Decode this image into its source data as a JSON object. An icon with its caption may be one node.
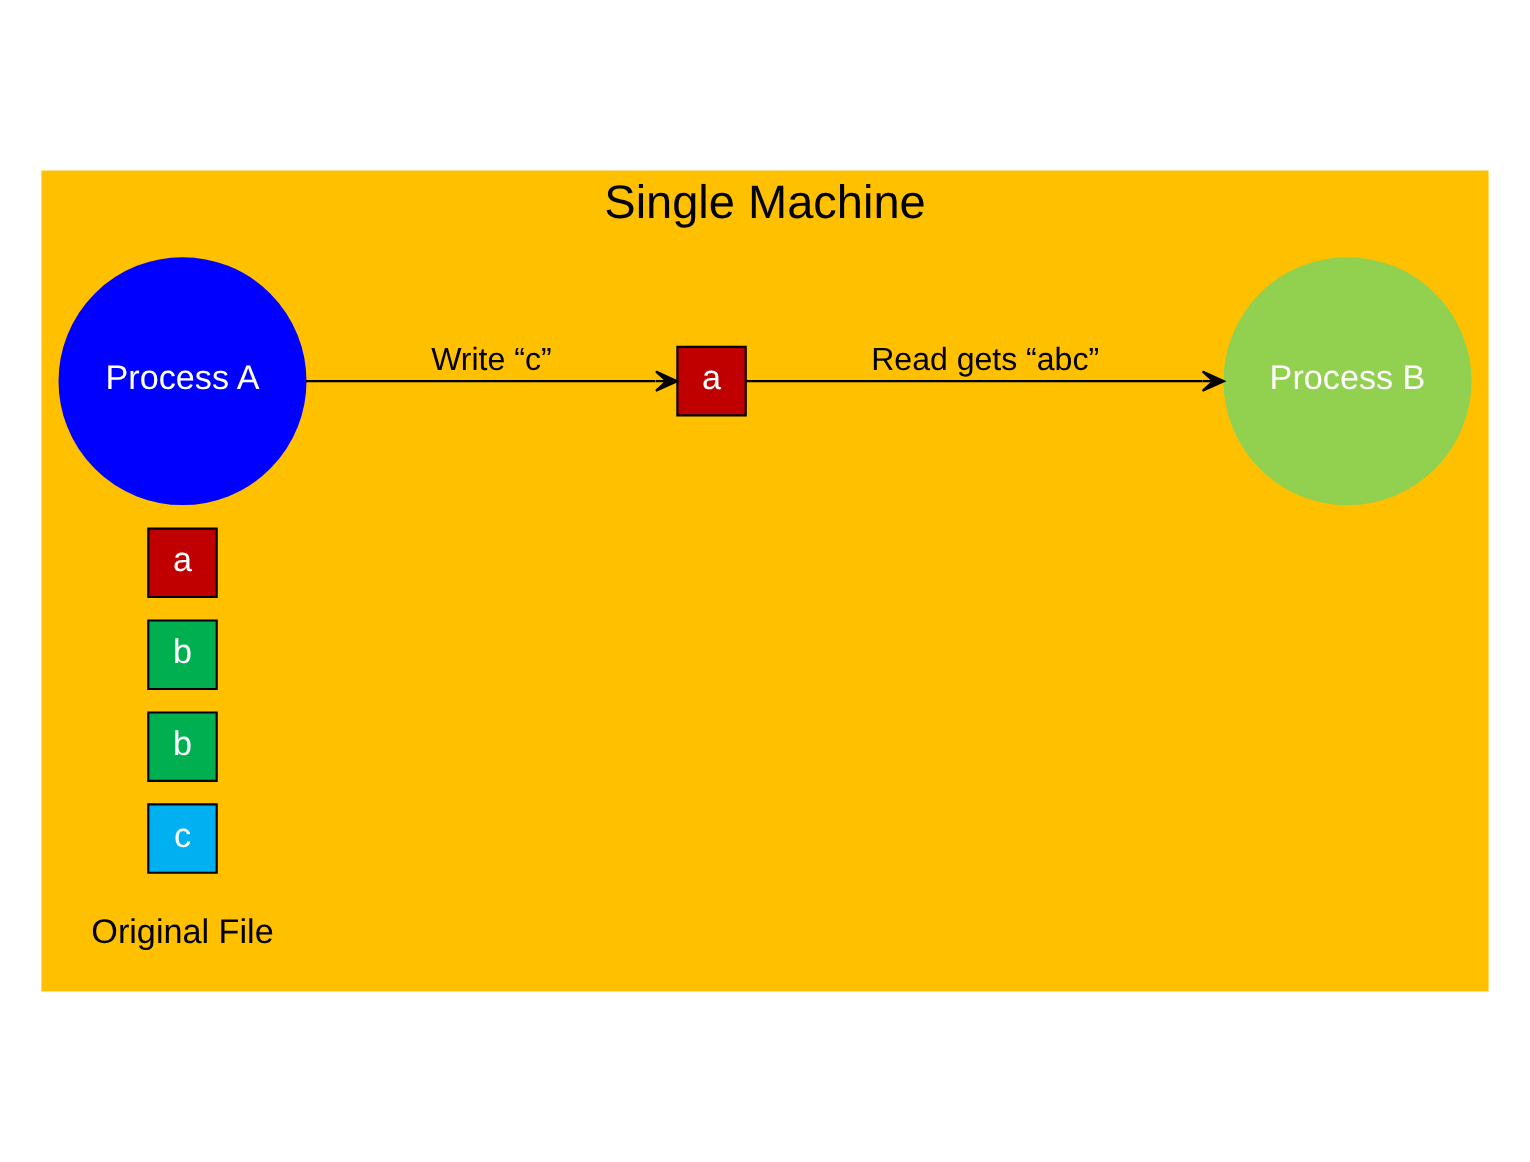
{
  "diagram": {
    "nodes": [
      {
        "text": [
          "Single Machine"
        ]
      },
      {
        "text": [
          "Process A"
        ],
        "in": 0
      },
      {
        "text": [
          "Process B"
        ],
        "in": 0
      },
      {
        "text": [
          "a"
        ],
        "in": 0
      },
      {
        "text": [
          "b"
        ],
        "in": 0
      },
      {
        "text": [
          "a"
        ],
        "in": 0
      },
      {
        "text": [
          "b"
        ],
        "in": 0
      },
      {
        "text": [
          "c"
        ],
        "in": 0
      }
    ],
    "edges": [
      {
        "from": 1,
        "to": 5,
        "arrow": "to",
        "label": "Write “c”"
      },
      {
        "from": 5,
        "to": 2,
        "arrow": "to",
        "label": "Read gets “abc”"
      }
    ],
    "labels": [
      "Original File"
    ]
  }
}
